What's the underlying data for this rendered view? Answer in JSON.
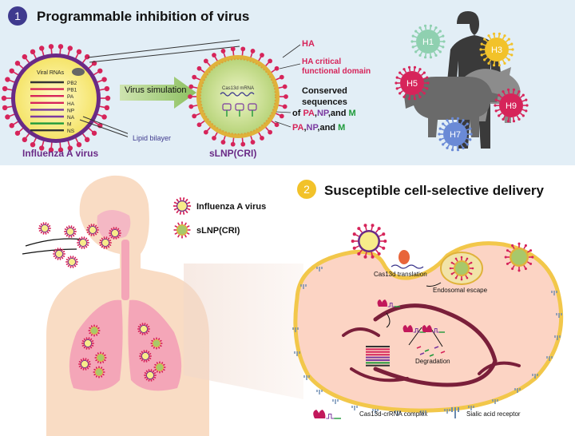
{
  "panel1": {
    "number": "1",
    "title": "Programmable inhibition of virus",
    "virus": {
      "caption": "Influenza A virus",
      "viral_rnas": "Viral RNAs",
      "segments": [
        "PB2",
        "PB1",
        "PA",
        "HA",
        "NP",
        "NA",
        "M",
        "NS"
      ]
    },
    "arrow_label": "Virus simulation",
    "lipid_bilayer": "Lipid bilayer",
    "slnp": {
      "caption": "sLNP(CRI)",
      "mrna": "Cas13d mRNA"
    },
    "ha": "HA",
    "ha_domain_line1": "HA critical",
    "ha_domain_line2": "functional domain",
    "conserved_line1": "Conserved",
    "conserved_line2": "sequences",
    "conserved_line3_prefix": "of ",
    "pa_np_m_1": {
      "pa": "PA",
      "sep1": ",",
      "np": "NP",
      "sep2": ",and ",
      "m": "M"
    },
    "pa_np_m_2": {
      "pa": "PA",
      "sep1": ",",
      "np": "NP",
      "sep2": ",and ",
      "m": "M"
    },
    "subtypes": [
      "H1",
      "H3",
      "H5",
      "H9",
      "H7"
    ]
  },
  "panel2": {
    "number": "2",
    "title": "Susceptible cell-selective delivery",
    "legend_virus": "Influenza A virus",
    "legend_slnp": "sLNP(CRI)",
    "cas13d_translation": "Cas13d translation",
    "endosomal_escape": "Endosomal escape",
    "degradation": "Degradation",
    "legend_complex": "Cas13d-crRNA complex",
    "legend_receptor": "Sialic acid receptor"
  },
  "colors": {
    "panel1_bg": "#e2eef6",
    "badge": "#3f3a8e",
    "badge2": "#f2c22a",
    "title_red": "#d6245a",
    "virus_purple": "#6a2a86",
    "np_purple": "#7b3aa0",
    "m_green": "#1f9a3a",
    "skin": "#f9dcc4",
    "lung": "#f4a6b8",
    "cell": "#fcd4c4",
    "membrane": "#f2c74a"
  }
}
